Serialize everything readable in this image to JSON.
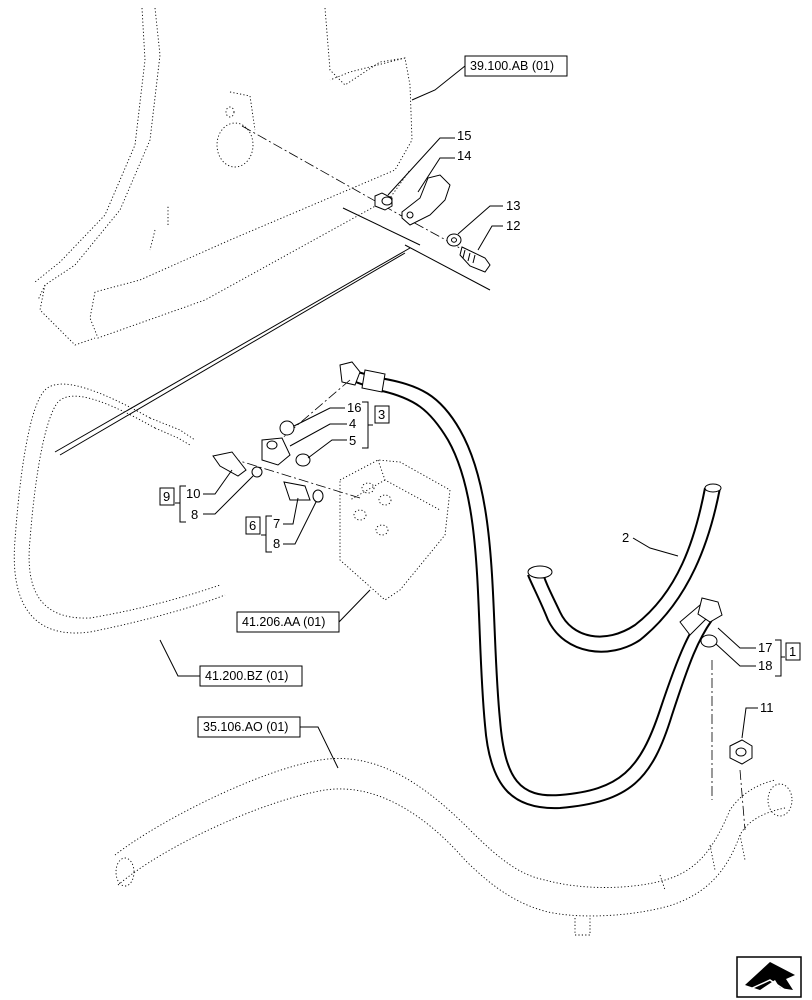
{
  "references": {
    "r1": "39.100.AB (01)",
    "r2": "41.206.AA (01)",
    "r3": "41.200.BZ (01)",
    "r4": "35.106.AO (01)"
  },
  "callouts": {
    "c15": "15",
    "c14": "14",
    "c13": "13",
    "c12": "12",
    "c16": "16",
    "c4": "4",
    "c5": "5",
    "c10": "10",
    "c8a": "8",
    "c7": "7",
    "c8b": "8",
    "c2": "2",
    "c17": "17",
    "c18": "18",
    "c11": "11"
  },
  "groups": {
    "g3": "3",
    "g9": "9",
    "g6": "6",
    "g1": "1"
  },
  "nav": {
    "next_icon": "next-page-arrow-icon"
  }
}
